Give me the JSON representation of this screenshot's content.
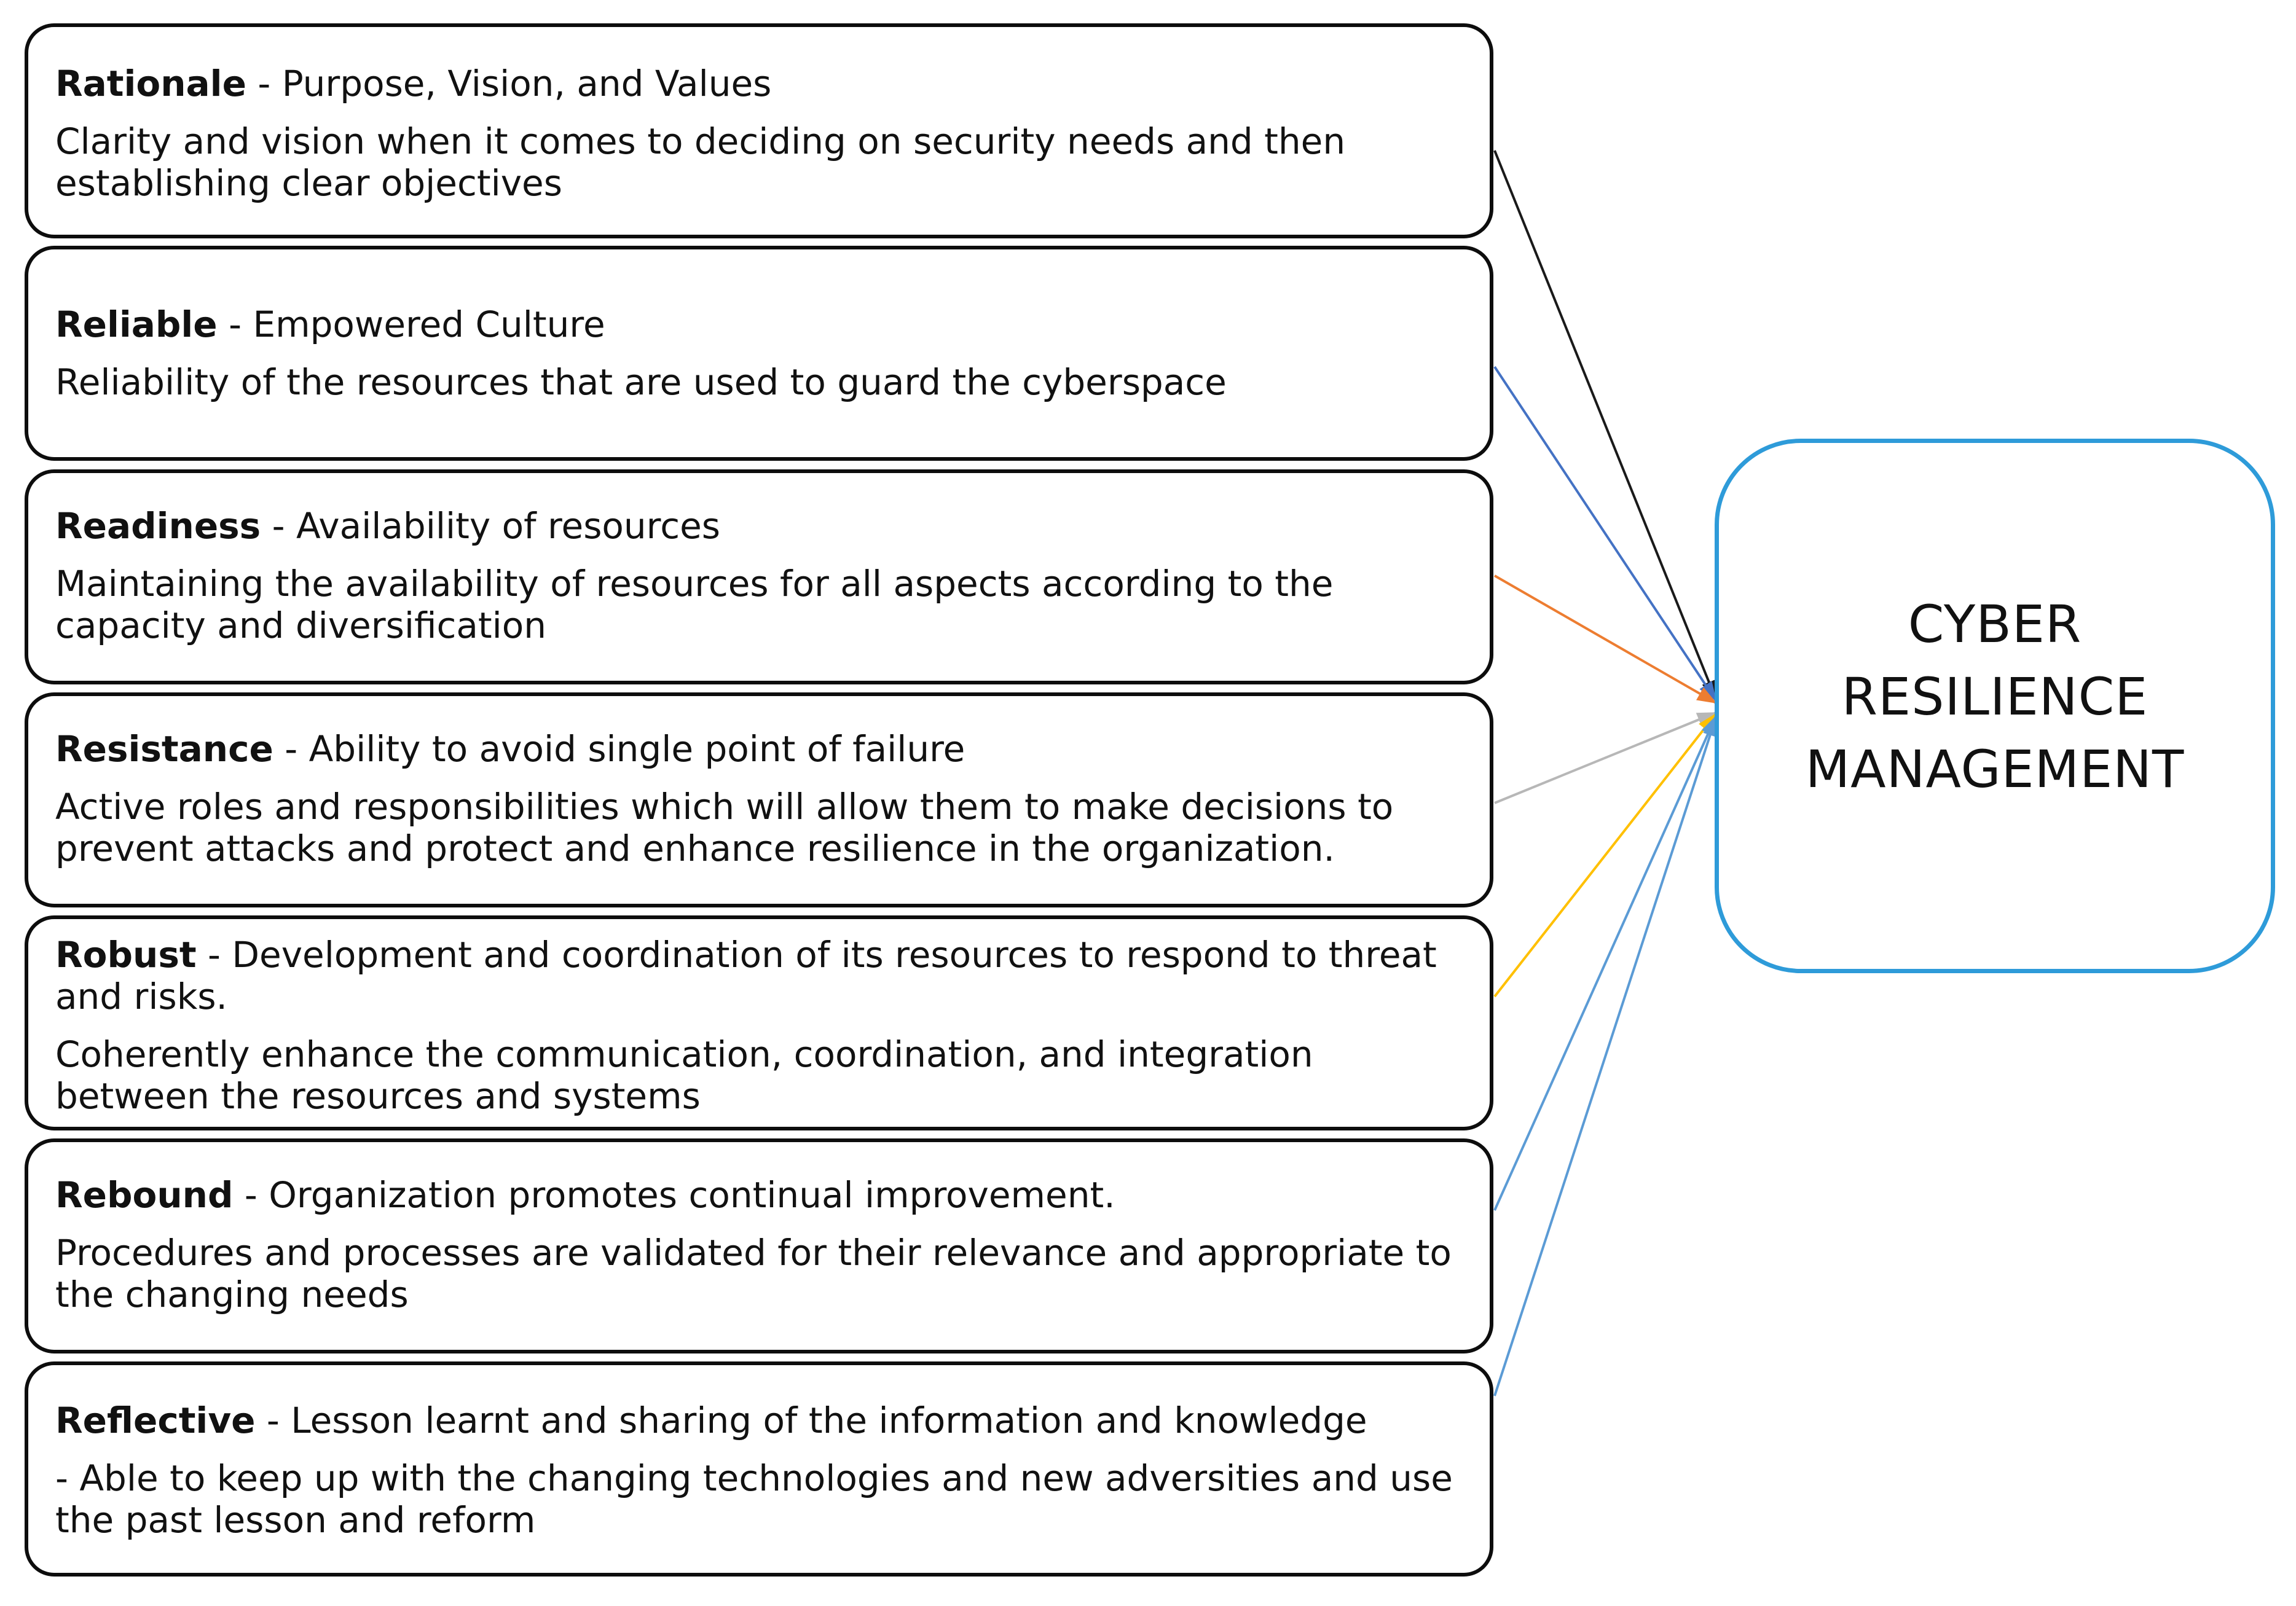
{
  "diagram": {
    "items": [
      {
        "term": "Rationale",
        "subtitle": " - Purpose, Vision, and Values",
        "description": "Clarity and vision when it comes to deciding on security needs and then establishing clear objectives",
        "connector_color": "#1a1a1a"
      },
      {
        "term": "Reliable",
        "subtitle": " - Empowered Culture",
        "description": "Reliability of the resources that are used to guard the cyberspace",
        "connector_color": "#4472c4"
      },
      {
        "term": "Readiness",
        "subtitle": " - Availability of resources",
        "description": "Maintaining the availability of resources for all aspects according to the capacity and diversification",
        "connector_color": "#ed7d31"
      },
      {
        "term": "Resistance",
        "subtitle": " - Ability to avoid single point of failure",
        "description": "Active roles and responsibilities which will allow them to make decisions to prevent attacks and protect and enhance resilience in the organization.",
        "connector_color": "#b7b7b7"
      },
      {
        "term": "Robust",
        "subtitle": " - Development and coordination of its resources to respond to threat and risks.",
        "description": "Coherently enhance the communication, coordination, and integration between the resources and systems",
        "connector_color": "#ffc000"
      },
      {
        "term": "Rebound",
        "subtitle": " - Organization promotes continual improvement.",
        "description": "Procedures and processes are validated for their relevance and appropriate to the changing needs",
        "connector_color": "#5b9bd5"
      },
      {
        "term": "Reflective",
        "subtitle": " - Lesson learnt and sharing of the information and knowledge",
        "description": "- Able to keep up with the changing technologies and new adversities and use the past lesson and reform",
        "connector_color": "#5b9bd5"
      }
    ],
    "target": {
      "title": "CYBER\nRESILIENCE\nMANAGEMENT",
      "border_color": "#2e9bd9"
    }
  }
}
